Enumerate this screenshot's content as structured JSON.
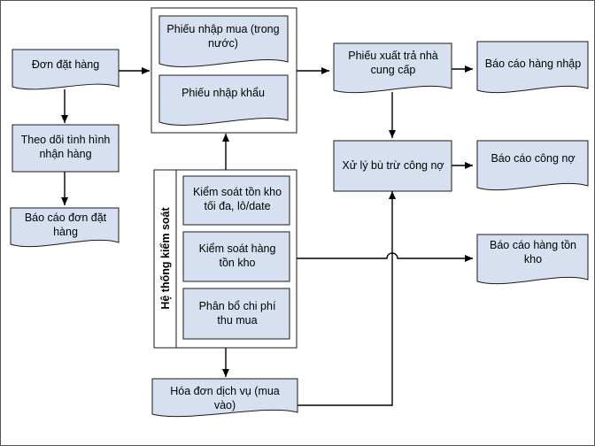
{
  "nodes": {
    "don_dat_hang": "Đơn đặt hàng",
    "theo_doi_1": "Theo dõi tình hình",
    "theo_doi_2": "nhận hàng",
    "bc_don_1": "Báo cáo đơn đặt",
    "bc_don_2": "hàng",
    "pnm_1": "Phiếu nhập mua (trong",
    "pnm_2": "nước)",
    "pnk": "Phiếu nhập khẩu",
    "he_thong": "Hệ thống kiểm soát",
    "ks_ton_1": "Kiểm soát tồn kho",
    "ks_ton_2": "tối đa, lô/date",
    "ks_hang_1": "Kiểm soát hàng",
    "ks_hang_2": "tồn kho",
    "phan_bo_1": "Phân bổ chi phí",
    "phan_bo_2": "thu mua",
    "hoa_don_1": "Hóa đơn dịch vụ (mua",
    "hoa_don_2": "vào)",
    "pxt_1": "Phiếu xuất trả nhà",
    "pxt_2": "cung cấp",
    "xu_ly": "Xử lý bù trừ công nợ",
    "bc_nhap": "Báo cáo hàng nhập",
    "bc_cong_no": "Báo cáo công nợ",
    "bc_ton_1": "Báo cáo hàng tồn",
    "bc_ton_2": "kho"
  },
  "colors": {
    "shape_fill": "#d6e0f0",
    "stroke": "#1a1a1a"
  }
}
